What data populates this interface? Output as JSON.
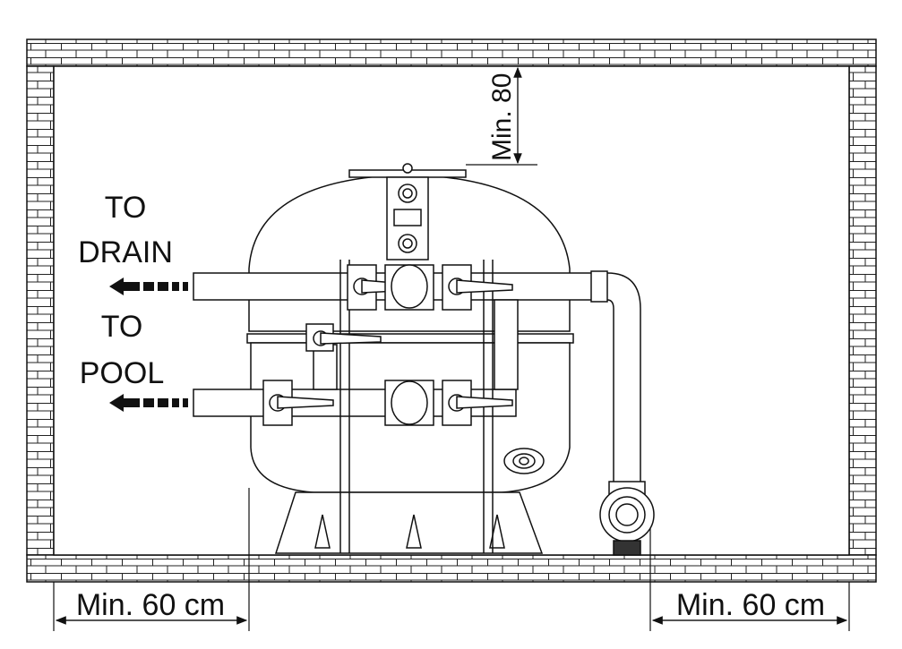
{
  "labels": {
    "to_drain_line1": "TO",
    "to_drain_line2": "DRAIN",
    "to_pool_line1": "TO",
    "to_pool_line2": "POOL",
    "min_top": "Min. 80",
    "min_left": "Min. 60 cm",
    "min_right": "Min. 60 cm"
  },
  "colors": {
    "line": "#111111",
    "brick": "#222222",
    "background": "#ffffff"
  },
  "icons": {
    "arrow_drain": "left-arrow-icon",
    "arrow_pool": "left-arrow-icon",
    "pressure_gauge": "gauge-icon"
  }
}
